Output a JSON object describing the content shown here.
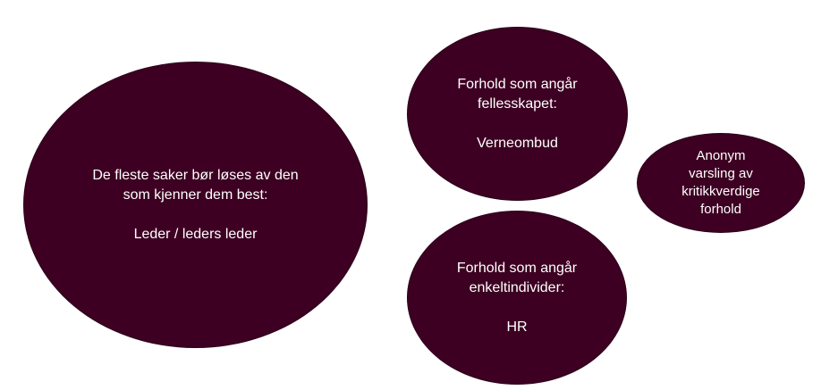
{
  "bubbles": {
    "leader": {
      "heading": "De fleste saker bør løses av den som kjenner dem best:",
      "role": "Leder / leders leder"
    },
    "safety": {
      "heading": "Forhold som angår fellesskapet:",
      "role": "Verneombud"
    },
    "hr": {
      "heading": "Forhold som angår enkeltindivider:",
      "role": "HR"
    },
    "anonymous": {
      "text": "Anonym varsling av kritikkverdige forhold"
    }
  },
  "colors": {
    "bubble_fill": "#3d0022",
    "bubble_text": "#ffffff",
    "background": "#ffffff"
  }
}
